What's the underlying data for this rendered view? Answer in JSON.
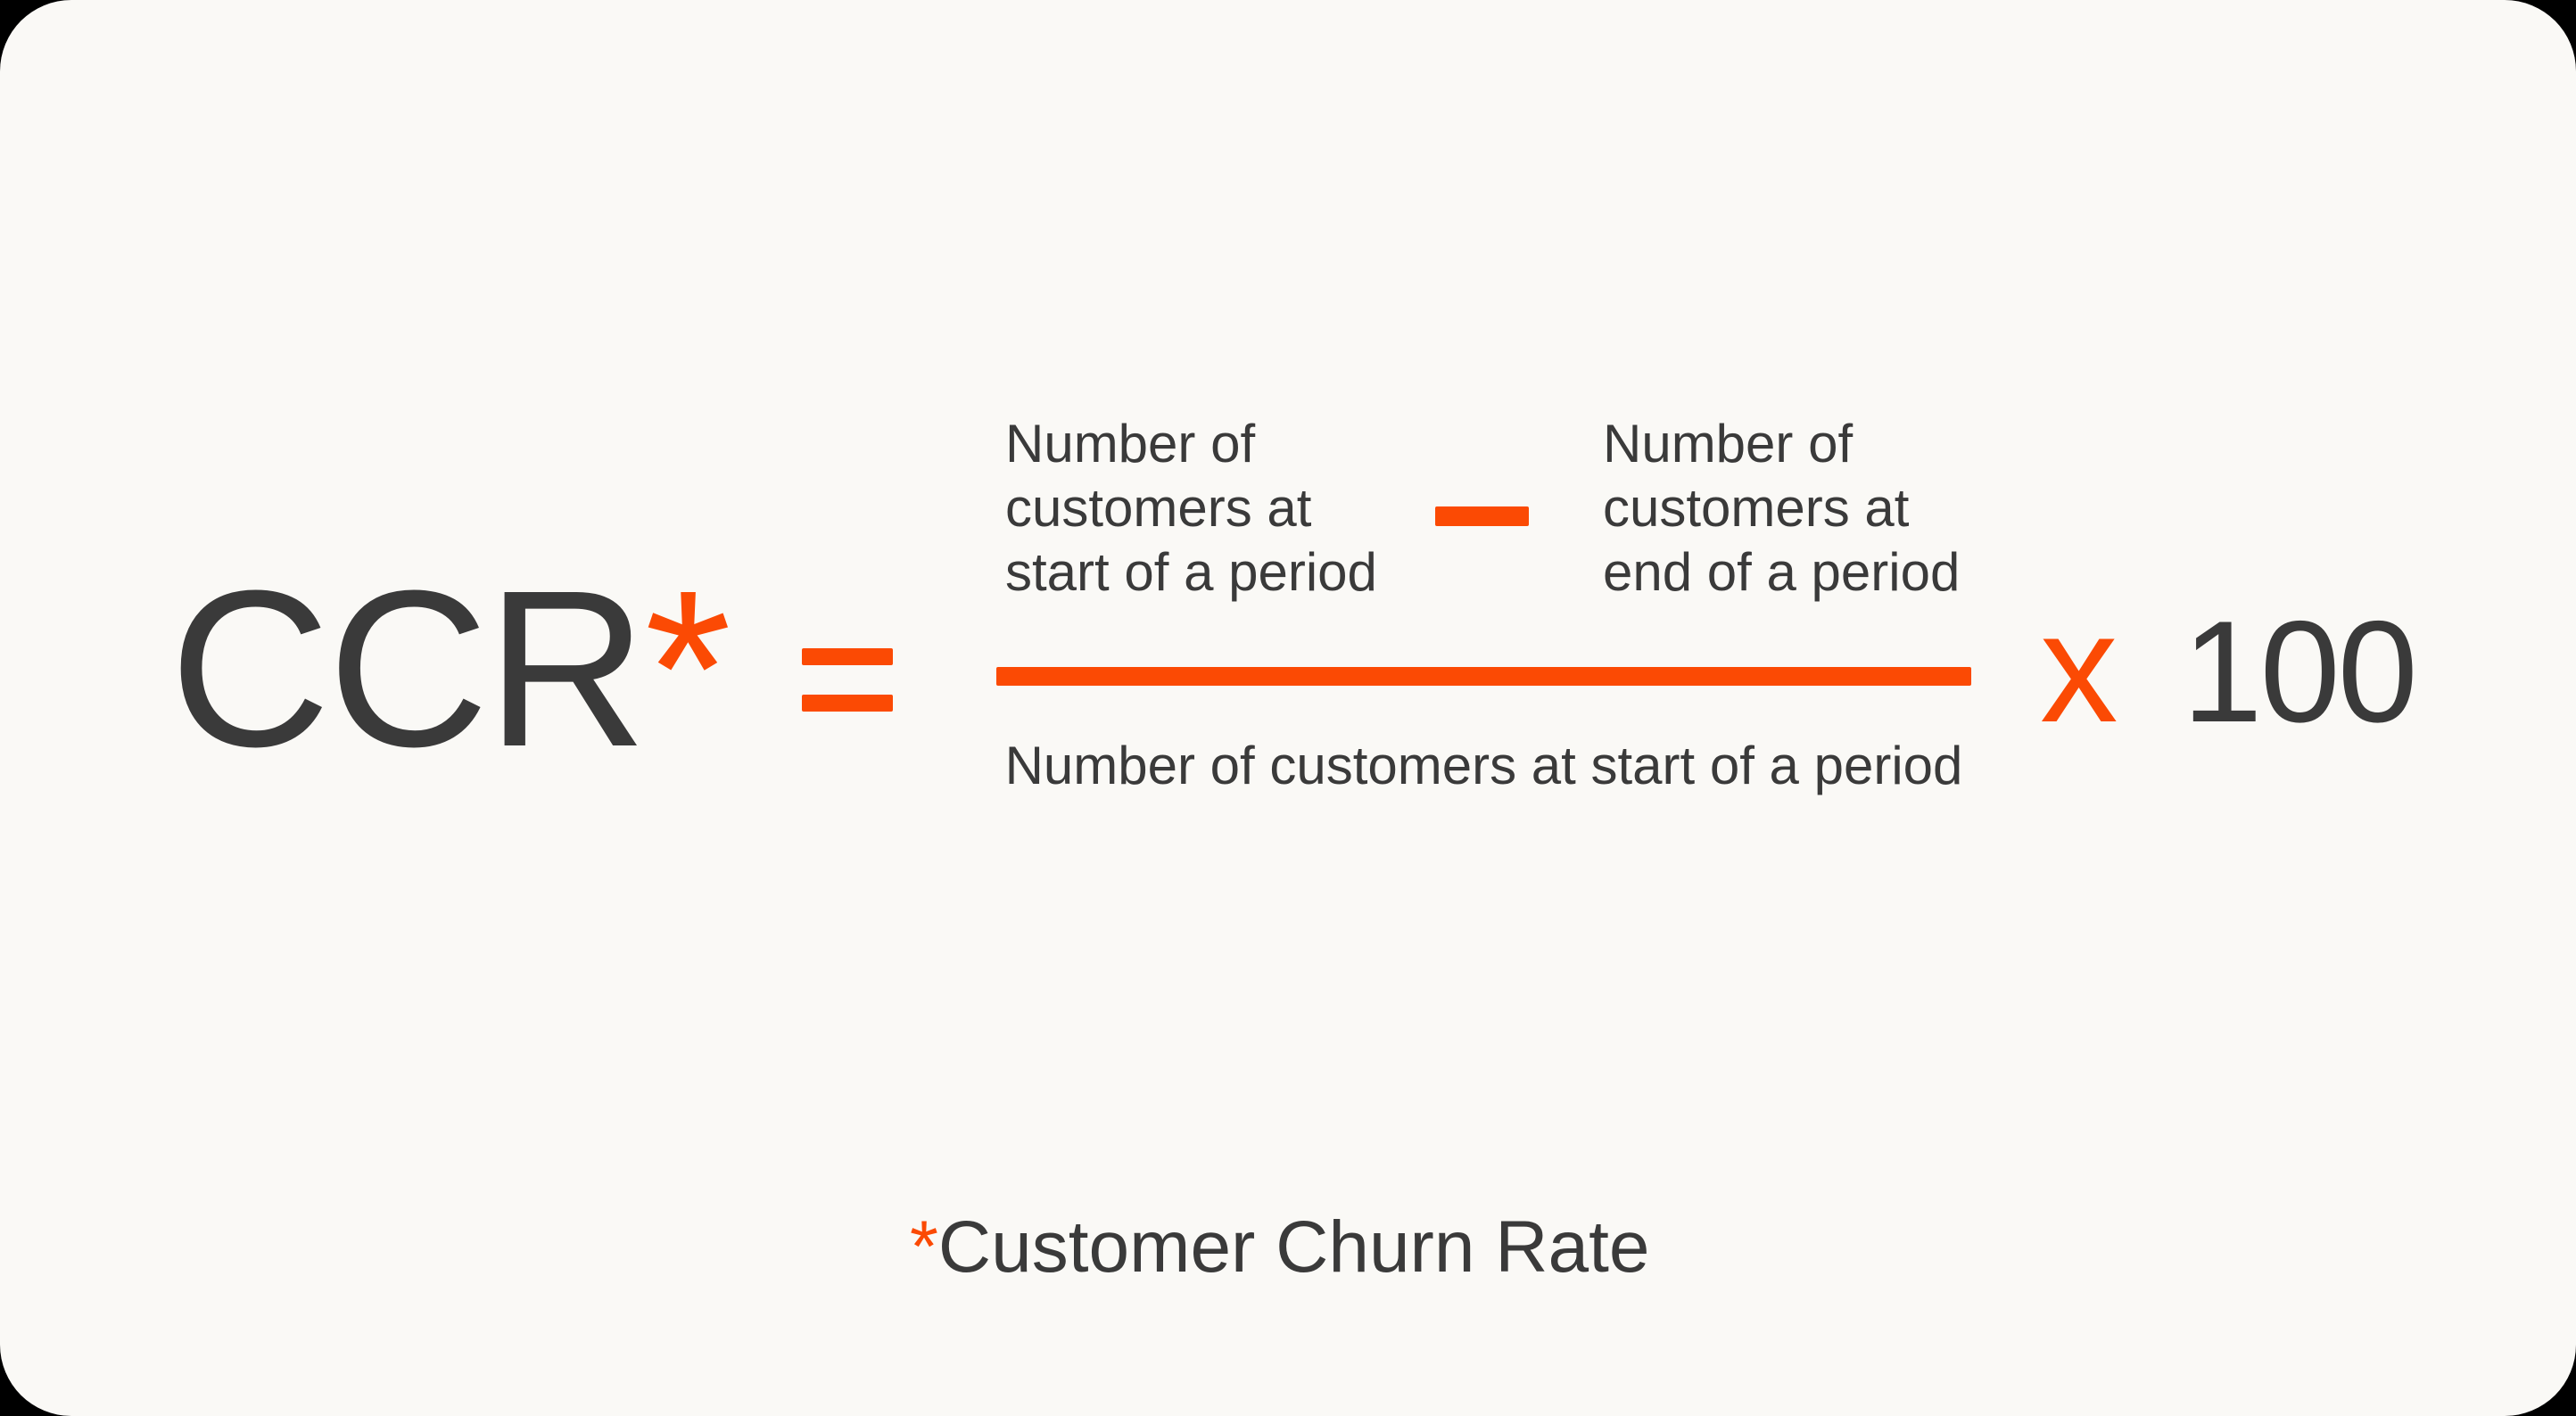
{
  "colors": {
    "surround": "#000000",
    "card_background": "#FAF9F6",
    "text": "#3A3A3A",
    "accent_orange": "#FB4A04"
  },
  "formula": {
    "abbreviation": "CCR",
    "asterisk": "*",
    "equals_sign": "=",
    "numerator_start": {
      "lines": [
        "Number of",
        "customers at",
        "start of a period"
      ]
    },
    "minus_sign": "-",
    "numerator_end": {
      "lines": [
        "Number of",
        "customers at",
        "end of a period"
      ]
    },
    "denominator": "Number of customers at start of a period",
    "multiply_sign": "x",
    "multiplier_value": "100"
  },
  "footnote": {
    "asterisk": "*",
    "label": "Customer Churn Rate"
  }
}
